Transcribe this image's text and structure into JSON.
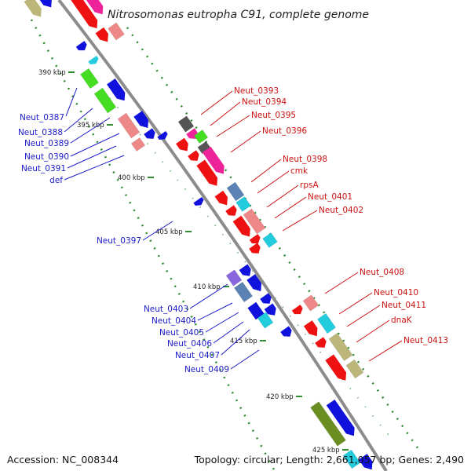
{
  "title": "Nitrosomonas eutropha C91, complete genome",
  "footer": {
    "accession": "Accession: NC_008344",
    "topology": "Topology: circular; Length: 2,661,057 bp; Genes: 2,490"
  },
  "kbp_ticks": [
    "390 kbp",
    "395 kbp",
    "400 kbp",
    "405 kbp",
    "410 kbp",
    "415 kbp",
    "420 kbp",
    "425 kbp"
  ],
  "labels_left": [
    "Neut_0387",
    "Neut_0388",
    "Neut_0389",
    "Neut_0390",
    "Neut_0391",
    "def",
    "Neut_0397",
    "Neut_0403",
    "Neut_0404",
    "Neut_0405",
    "Neut_0406",
    "Neut_0407",
    "Neut_0409"
  ],
  "labels_right": [
    "Neut_0393",
    "Neut_0394",
    "Neut_0395",
    "Neut_0396",
    "Neut_0398",
    "cmk",
    "rpsA",
    "Neut_0401",
    "Neut_0402",
    "Neut_0408",
    "Neut_0410",
    "Neut_0411",
    "dnaK",
    "Neut_0413"
  ],
  "colors": {
    "backbone": "#8c8c8c",
    "gc_dots": "#2e8b2e",
    "label_left": "#1a1ac8",
    "label_right": "#cc1111",
    "gene_red": "#ee1111",
    "gene_pink": "#ee8888",
    "gene_magenta": "#ee2299",
    "gene_blue": "#1111dd",
    "gene_steel": "#5a82b4",
    "gene_olive": "#bdb67a",
    "gene_green": "#44dd22",
    "gene_cyan": "#22ccdd",
    "gene_purple": "#8866dd",
    "gene_gray": "#555555",
    "gene_darkolive": "#6b8e23"
  }
}
